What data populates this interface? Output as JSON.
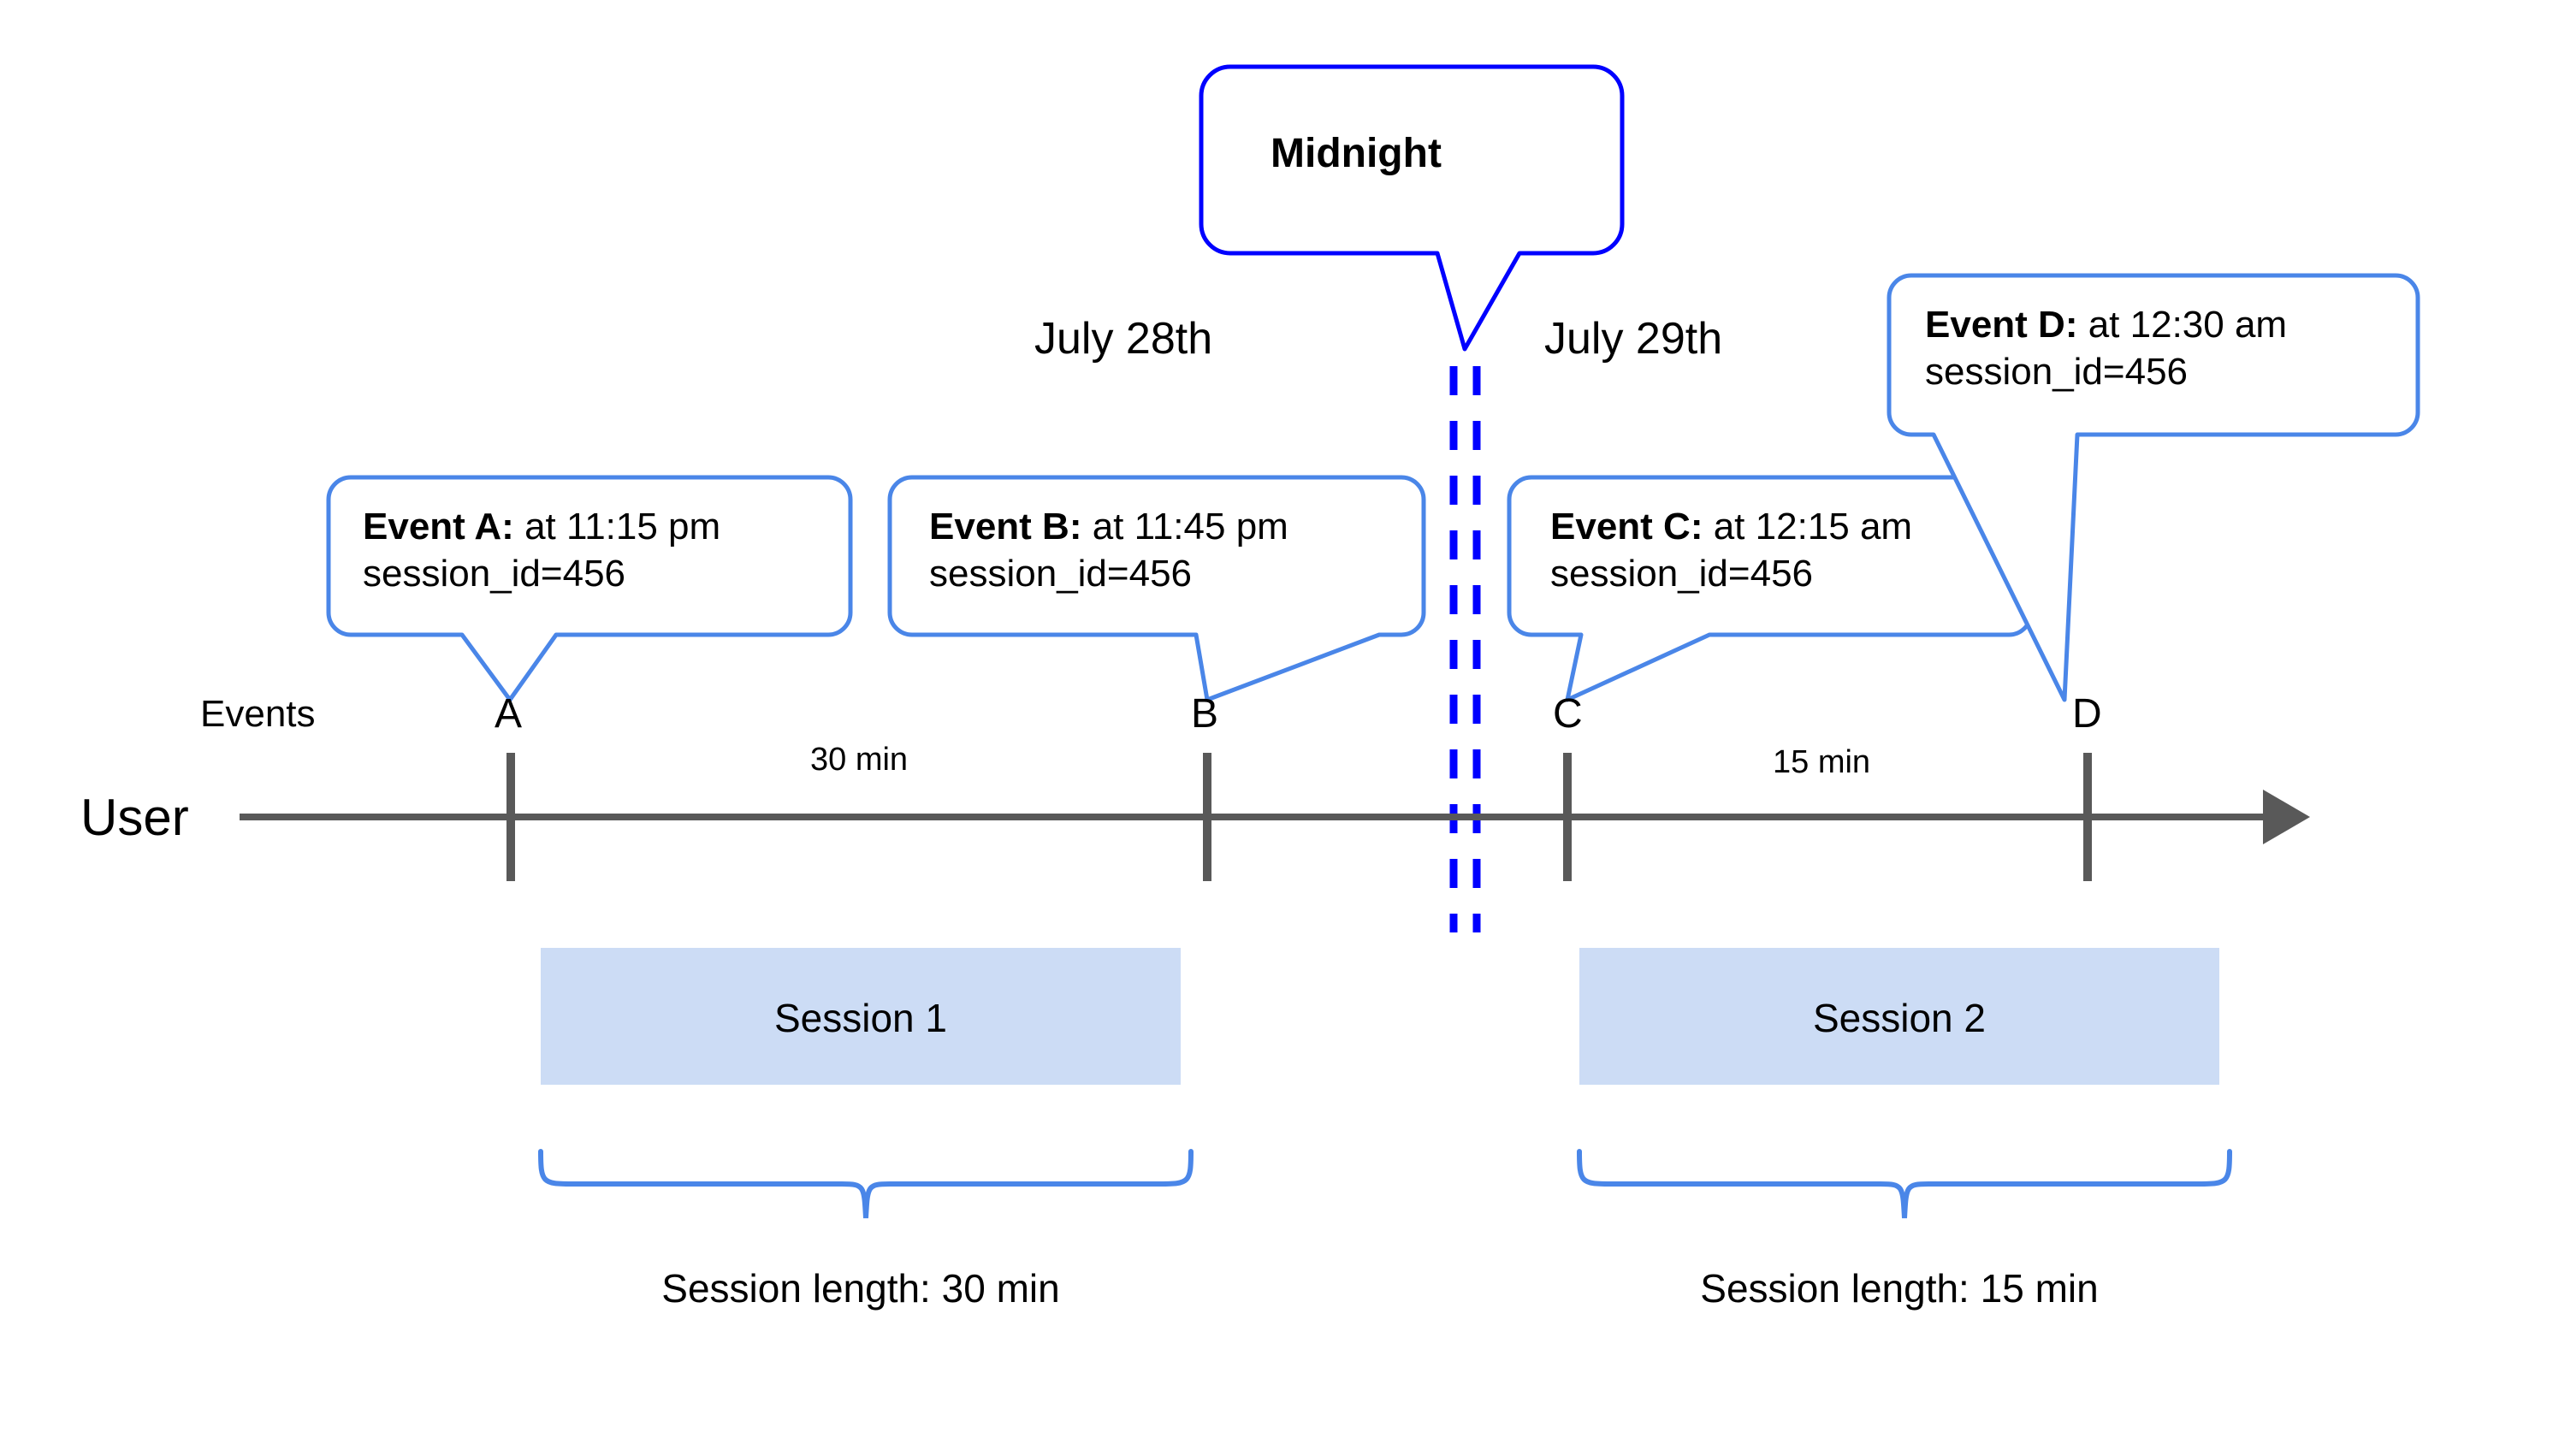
{
  "diagram": {
    "title_callout": {
      "label": "Midnight"
    },
    "dates": {
      "left": "July 28th",
      "right": "July 29th"
    },
    "axis": {
      "row_label": "User",
      "events_label": "Events"
    },
    "events": [
      {
        "tick": "A",
        "label": "Event A:",
        "detail": " at 11:15 pm",
        "session_id": "session_id=456"
      },
      {
        "tick": "B",
        "label": "Event B:",
        "detail": " at 11:45 pm",
        "session_id": "session_id=456"
      },
      {
        "tick": "C",
        "label": "Event C:",
        "detail": " at 12:15 am",
        "session_id": "session_id=456"
      },
      {
        "tick": "D",
        "label": "Event D:",
        "detail": " at 12:30 am",
        "session_id": "session_id=456"
      }
    ],
    "gaps": [
      {
        "text": "30 min"
      },
      {
        "text": "15 min"
      }
    ],
    "sessions": [
      {
        "box_label": "Session 1",
        "length_label": "Session length: 30 min"
      },
      {
        "box_label": "Session 2",
        "length_label": "Session length: 15 min"
      }
    ],
    "colors": {
      "callout_border": "#4a86e8",
      "midnight_border": "#0000ff",
      "midnight_dash": "#0000ff",
      "axis": "#595959",
      "session_fill": "#ccdcf5",
      "brace": "#4a86e8",
      "text": "#000000"
    }
  }
}
